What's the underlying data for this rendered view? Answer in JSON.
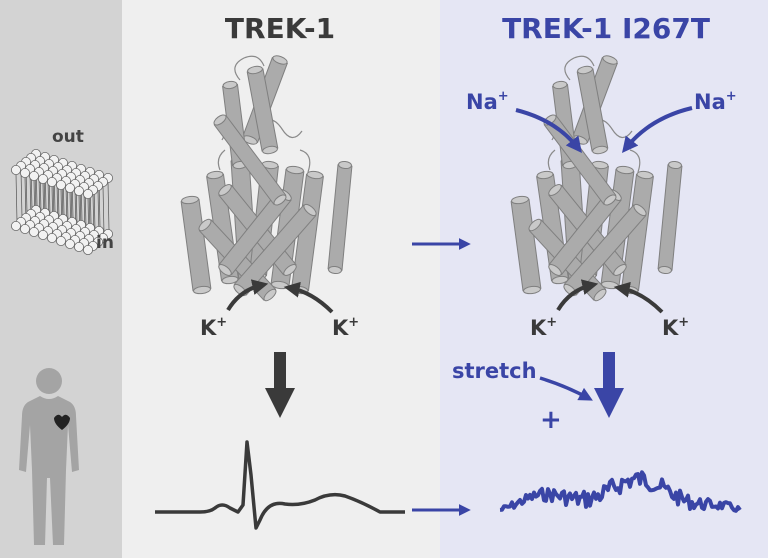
{
  "left_panel": {
    "membrane_out": "out",
    "membrane_in": "in"
  },
  "wild_type": {
    "title": "TREK-1",
    "ion_left": "K",
    "ion_right": "K",
    "charge": "+"
  },
  "mutant": {
    "title": "TREK-1 I267T",
    "ion_left": "K",
    "ion_right": "K",
    "na_left": "Na",
    "na_right": "Na",
    "charge": "+",
    "stretch_label": "stretch",
    "plus_sign": "+"
  },
  "colors": {
    "gray_text": "#3a3a3a",
    "blue_accent": "#3a45a6",
    "left_bg": "#d3d3d3",
    "mid_bg": "#efefef",
    "right_bg": "#e5e6f4"
  }
}
